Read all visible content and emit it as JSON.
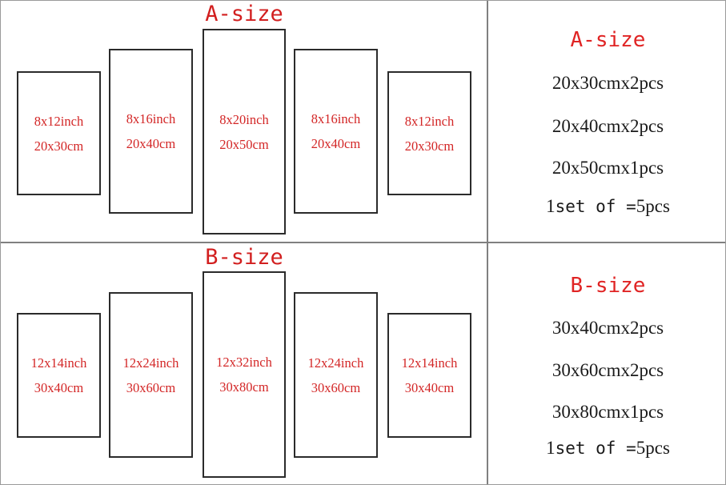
{
  "colors": {
    "accent_red": "#d32626",
    "title_red": "#d21f1f",
    "frame_border": "#2b2b2b",
    "divider_gray": "#808080",
    "text_black": "#1a1a1a",
    "background": "#ffffff"
  },
  "sections": [
    {
      "key": "a",
      "diagram_title": "A-size",
      "panels": [
        {
          "inch": "8x12inch",
          "cm": "20x30cm"
        },
        {
          "inch": "8x16inch",
          "cm": "20x40cm"
        },
        {
          "inch": "8x20inch",
          "cm": "20x50cm"
        },
        {
          "inch": "8x16inch",
          "cm": "20x40cm"
        },
        {
          "inch": "8x12inch",
          "cm": "20x30cm"
        }
      ],
      "legend": {
        "title": "A-size",
        "lines": [
          "20x30cmx2pcs",
          "20x40cmx2pcs",
          "20x50cmx1pcs"
        ],
        "total_prefix": "1",
        "total_middle": "set of =",
        "total_suffix": "5pcs"
      }
    },
    {
      "key": "b",
      "diagram_title": "B-size",
      "panels": [
        {
          "inch": "12x14inch",
          "cm": "30x40cm"
        },
        {
          "inch": "12x24inch",
          "cm": "30x60cm"
        },
        {
          "inch": "12x32inch",
          "cm": "30x80cm"
        },
        {
          "inch": "12x24inch",
          "cm": "30x60cm"
        },
        {
          "inch": "12x14inch",
          "cm": "30x40cm"
        }
      ],
      "legend": {
        "title": "B-size",
        "lines": [
          "30x40cmx2pcs",
          "30x60cmx2pcs",
          "30x80cmx1pcs"
        ],
        "total_prefix": "1",
        "total_middle": "set of =",
        "total_suffix": "5pcs"
      }
    }
  ]
}
